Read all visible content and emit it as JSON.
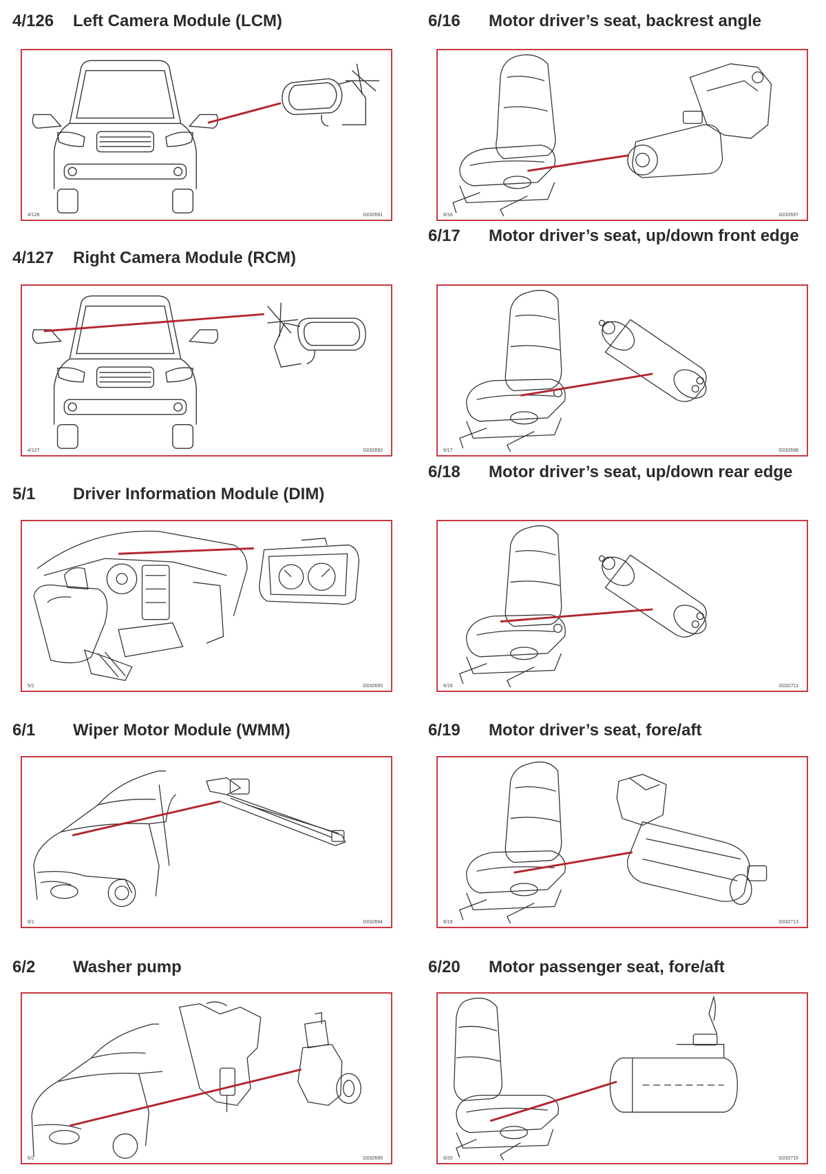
{
  "colors": {
    "frame": "#c8393f",
    "pointer": "#b3262e",
    "text": "#2b2b2b"
  },
  "entries": [
    {
      "code": "4/126",
      "title": "Left Camera Module (LCM)",
      "ref_left": "4/126",
      "ref_right": "G032691",
      "illustration": "car-front-left-mirror"
    },
    {
      "code": "4/127",
      "title": "Right Camera Module (RCM)",
      "ref_left": "4/127",
      "ref_right": "G032692",
      "illustration": "car-front-right-mirror"
    },
    {
      "code": "5/1",
      "title": "Driver Information Module (DIM)",
      "ref_left": "5/1",
      "ref_right": "G032693",
      "illustration": "dashboard-instrument-cluster"
    },
    {
      "code": "6/1",
      "title": "Wiper Motor Module (WMM)",
      "ref_left": "6/1",
      "ref_right": "G032694",
      "illustration": "car-wiper-linkage"
    },
    {
      "code": "6/2",
      "title": "Washer pump",
      "ref_left": "6/2",
      "ref_right": "G032695",
      "illustration": "car-washer-reservoir-pump"
    },
    {
      "code": "6/16",
      "title": "Motor driver’s seat, backrest angle",
      "ref_left": "6/16",
      "ref_right": "G032697",
      "illustration": "seat-motor-gearbox"
    },
    {
      "code": "6/17",
      "title": "Motor driver’s seat, up/down front edge",
      "ref_left": "6/17",
      "ref_right": "G032698",
      "illustration": "seat-motor-cylinder"
    },
    {
      "code": "6/18",
      "title": "Motor driver’s seat, up/down rear edge",
      "ref_left": "6/18",
      "ref_right": "G032711",
      "illustration": "seat-motor-cylinder"
    },
    {
      "code": "6/19",
      "title": "Motor driver’s seat, fore/aft",
      "ref_left": "6/19",
      "ref_right": "G032713",
      "illustration": "seat-motor-long"
    },
    {
      "code": "6/20",
      "title": "Motor passenger seat, fore/aft",
      "ref_left": "6/20",
      "ref_right": "G032715",
      "illustration": "seat-motor-thin"
    }
  ]
}
